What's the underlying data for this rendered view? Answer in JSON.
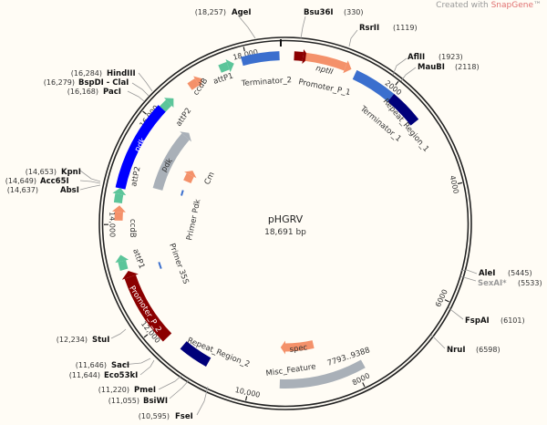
{
  "credit": {
    "prefix": "Created with ",
    "brand": "SnapGene",
    "suffix": "™"
  },
  "plasmid": {
    "name": "pHGRV",
    "size": "18,691 bp"
  },
  "ticks": [
    "2000",
    "4000",
    "6000",
    "8000",
    "10,000",
    "12,000",
    "14,000",
    "16,000",
    "18,000"
  ],
  "enzymes": [
    {
      "name": "AgeI",
      "pos": "(18,257)"
    },
    {
      "name": "Bsu36I",
      "pos": "(330)"
    },
    {
      "name": "RsrII",
      "pos": "(1119)"
    },
    {
      "name": "AflII",
      "pos": "(1923)"
    },
    {
      "name": "MauBI",
      "pos": "(2118)"
    },
    {
      "name": "AleI",
      "pos": "(5445)"
    },
    {
      "name": "SexAI*",
      "pos": "(5533)"
    },
    {
      "name": "FspAI",
      "pos": "(6101)"
    },
    {
      "name": "NruI",
      "pos": "(6598)"
    },
    {
      "name": "FseI",
      "pos": "(10,595)"
    },
    {
      "name": "BsiWI",
      "pos": "(11,055)"
    },
    {
      "name": "PmeI",
      "pos": "(11,220)"
    },
    {
      "name": "Eco53kI",
      "pos": "(11,644)"
    },
    {
      "name": "SacI",
      "pos": "(11,646)"
    },
    {
      "name": "StuI",
      "pos": "(12,234)"
    },
    {
      "name": "AbsI",
      "pos": "(14,637)"
    },
    {
      "name": "Acc65I",
      "pos": "(14,649)"
    },
    {
      "name": "KpnI",
      "pos": "(14,653)"
    },
    {
      "name": "PacI",
      "pos": "(16,168)"
    },
    {
      "name": "BspDI - ClaI",
      "pos": "(16,279)"
    },
    {
      "name": "HindIII",
      "pos": "(16,284)"
    }
  ],
  "features": {
    "terminator2": "Terminator_2",
    "promoter_p1": "Promoter_P_1",
    "nptII": "nptII",
    "terminator1": "Terminator_1",
    "repeat1": "Repeat_Region_1",
    "attP1_top": "attP1",
    "ccdB_top": "ccdB",
    "attP2_top": "attP2",
    "pdk": "pdk",
    "attP2_low": "attP2",
    "ccdB_low": "ccdB",
    "attP1_low": "attP1",
    "promoter_p2": "Promoter_P_2",
    "repeat2": "Repeat_Region_2",
    "misc": "Misc_Feature",
    "misc_range": "7793..9388",
    "spec": "spec",
    "pdk_gray": "pdk",
    "cm": "Cm",
    "primer_pdk": "Primer Pdk",
    "primer_35s": "Primer 35S"
  },
  "colors": {
    "blue": "#3b6fce",
    "navy": "#00007a",
    "darkred": "#8b0000",
    "orange": "#f4916a",
    "green": "#5cc59a",
    "pdk": "#0000ff",
    "gray": "#a9b0b8"
  }
}
